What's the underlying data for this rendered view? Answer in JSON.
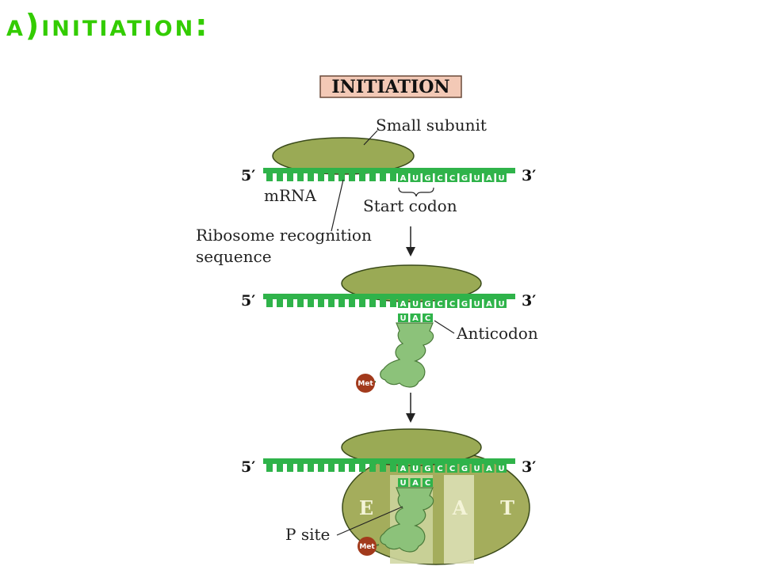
{
  "slide_title": "a)Initiation:",
  "diagram": {
    "box_title": "INITIATION",
    "end_5": "5′",
    "end_3": "3′",
    "labels": {
      "small_subunit": "Small subunit",
      "mrna": "mRNA",
      "start_codon": "Start codon",
      "ribosome_recognition_line1": "Ribosome recognition",
      "ribosome_recognition_line2": "sequence",
      "anticodon": "Anticodon",
      "p_site": "P site"
    },
    "codon_bases": [
      "A",
      "U",
      "G",
      "C",
      "C",
      "G",
      "U",
      "A",
      "U"
    ],
    "anticodon_bases": [
      "U",
      "A",
      "C"
    ],
    "sites": [
      "E",
      "A",
      "T"
    ],
    "met_label": "Met",
    "colors": {
      "title": "#33cc00",
      "mrna": "#2fb34a",
      "subunit": "#9aaa55",
      "large_subunit": "#a4ad5c",
      "trna": "#8cc27a",
      "met": "#a23a1c",
      "box_fill": "#f3c9b6"
    }
  }
}
